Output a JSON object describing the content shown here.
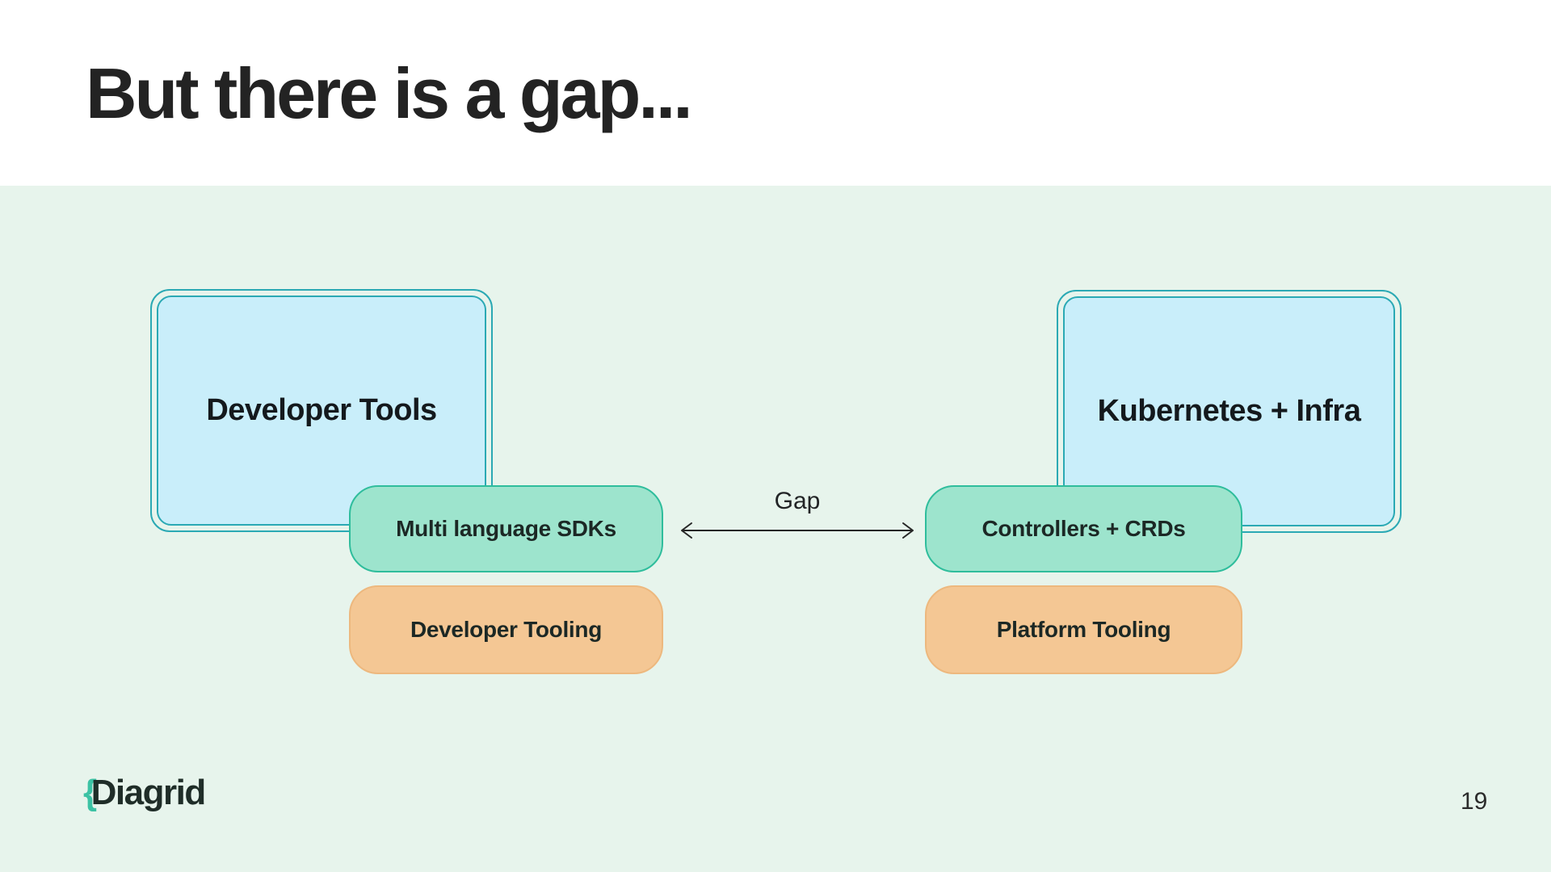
{
  "slide": {
    "title": "But there is a gap...",
    "page_number": "19",
    "logo": {
      "brace": "{",
      "text": "Diagrid"
    }
  },
  "diagram": {
    "left_box": {
      "label": "Developer Tools"
    },
    "right_box": {
      "label": "Kubernetes + Infra"
    },
    "left_pills": [
      {
        "label": "Multi language SDKs"
      },
      {
        "label": "Developer Tooling"
      }
    ],
    "right_pills": [
      {
        "label": "Controllers + CRDs"
      },
      {
        "label": "Platform Tooling"
      }
    ],
    "gap": {
      "label": "Gap"
    }
  },
  "colors": {
    "background_band": "#e7f4ec",
    "header_band": "#ffffff",
    "box_fill": "#c9eefa",
    "box_border": "#2ba9b4",
    "teal_pill_fill": "#9de4cd",
    "teal_pill_border": "#2fbd9c",
    "orange_pill_fill": "#f4c794",
    "orange_pill_border": "#edb87e",
    "title_text": "#232323",
    "logo_accent": "#3cc2a4",
    "arrow": "#262626"
  }
}
